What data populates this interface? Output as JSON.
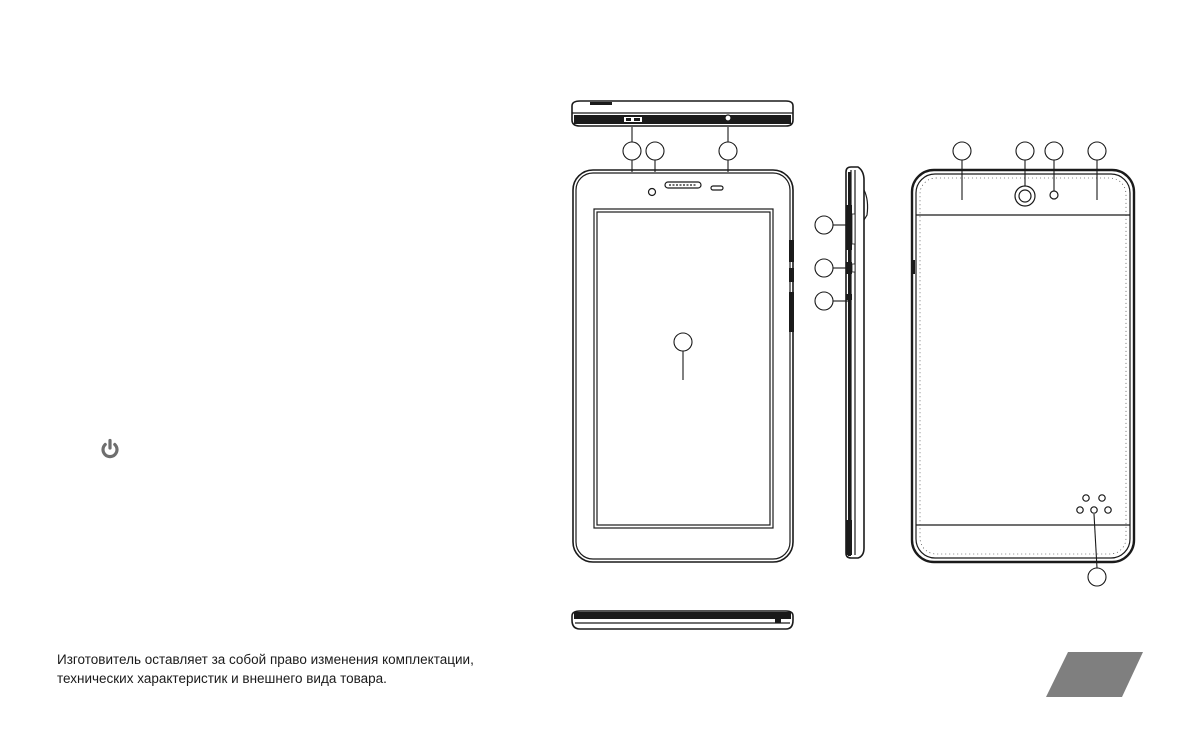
{
  "disclaimer": {
    "line1": "Изготовитель оставляет за собой право изменения комплектации,",
    "line2": "технических характеристик и внешнего вида товара."
  },
  "icons": {
    "power": "power-icon",
    "page_tab": "page-corner-tab"
  },
  "colors": {
    "line": "#1a1a1a",
    "icon_gray": "#6e6e6e",
    "tab_gray": "#7f7f7f"
  }
}
